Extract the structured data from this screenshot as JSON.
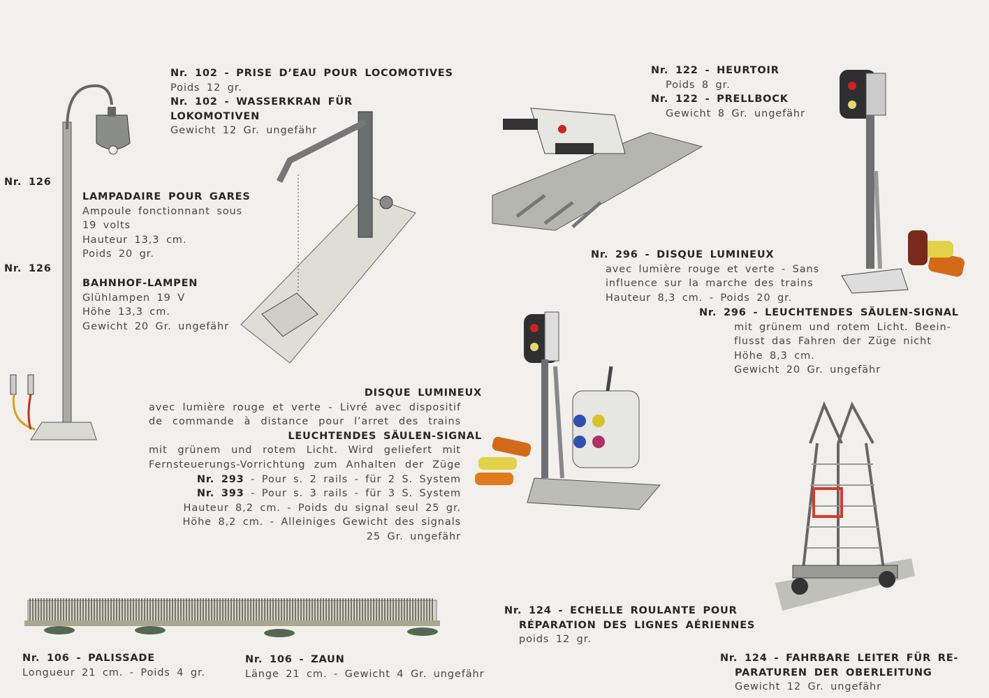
{
  "blocks": {
    "blk-102": [
      {
        "b": "Nr. 102 - PRISE D’EAU POUR LOCOMOTIVES"
      },
      {
        "t": "Poids 12 gr."
      },
      {
        "b": "Nr. 102 - WASSERKRAN FÜR"
      },
      {
        "b": "LOKOMOTIVEN"
      },
      {
        "t": "Gewicht 12 Gr. ungefähr"
      }
    ],
    "blk-126a": [
      {
        "b": "Nr. 126"
      }
    ],
    "blk-126b": [
      {
        "b": "Nr. 126"
      }
    ],
    "blk-lamp-fr": [
      {
        "b": "LAMPADAIRE POUR GARES"
      },
      {
        "t": "Ampoule fonctionnant sous"
      },
      {
        "t": "19 volts"
      },
      {
        "t": "Hauteur 13,3 cm."
      },
      {
        "t": "Poids 20 gr."
      }
    ],
    "blk-lamp-de": [
      {
        "b": "BAHNHOF-LAMPEN"
      },
      {
        "t": "Glühlampen 19 V"
      },
      {
        "t": "Höhe 13,3 cm."
      },
      {
        "t": "Gewicht 20 Gr. ungefähr"
      }
    ],
    "blk-122": [
      {
        "b": "Nr. 122 - HEURTOIR"
      },
      {
        "t": "Poids 8 gr.",
        "c": "ind"
      },
      {
        "b": "Nr. 122 - PRELLBOCK"
      },
      {
        "t": "Gewicht 8 Gr. ungefähr",
        "c": "ind"
      }
    ],
    "blk-296fr": [
      {
        "b": "Nr. 296 - DISQUE LUMINEUX"
      },
      {
        "t": "avec lumière rouge et verte - Sans",
        "c": "ind"
      },
      {
        "t": "influence sur la marche des trains",
        "c": "ind"
      },
      {
        "t": "Hauteur 8,3 cm. - Poids 20 gr.",
        "c": "ind"
      }
    ],
    "blk-296de": [
      {
        "b": "Nr. 296 - LEUCHTENDES SÄULEN-SIGNAL"
      },
      {
        "t": "mit grünem und rotem Licht. Beein-",
        "c": "ind2"
      },
      {
        "t": "flusst das Fahren der Züge nicht",
        "c": "ind2"
      },
      {
        "t": "Höhe 8,3 cm.",
        "c": "ind2"
      },
      {
        "t": "Gewicht 20 Gr. ungefähr",
        "c": "ind2"
      }
    ],
    "blk-293": [
      {
        "b": "DISQUE LUMINEUX",
        "c": "head"
      },
      {
        "t": "avec lumière rouge et verte - Livré avec dispositif",
        "c": "just"
      },
      {
        "t": "de commande à distance pour l’arret des trains",
        "c": "just"
      },
      {
        "b": "LEUCHTENDES SÄULEN-SIGNAL",
        "c": "head"
      },
      {
        "t": "mit grünem und rotem Licht. Wird geliefert mit",
        "c": "just"
      },
      {
        "t": "Fernsteuerungs-Vorrichtung zum Anhalten der Züge",
        "c": "just"
      },
      {
        "b": "Nr. 293",
        "t": " - Pour s. 2 rails - für 2 S. System"
      },
      {
        "b": "Nr. 393",
        "t": " - Pour s. 3 rails - für 3 S. System"
      },
      {
        "t": "Hauteur 8,2 cm. - Poids du signal seul 25 gr."
      },
      {
        "t": "Höhe 8,2 cm. - Alleiniges Gewicht des signals"
      },
      {
        "t": "25 Gr. ungefähr"
      }
    ],
    "blk-106fr": [
      {
        "b": "Nr. 106 - PALISSADE"
      },
      {
        "t": "Longueur 21 cm. - Poids 4 gr."
      }
    ],
    "blk-106de": [
      {
        "b": "Nr. 106 - ZAUN"
      },
      {
        "t": "Länge 21 cm. - Gewicht 4 Gr. ungefähr"
      }
    ],
    "blk-124fr": [
      {
        "b": "Nr. 124 - ECHELLE ROULANTE POUR"
      },
      {
        "b": "RÉPARATION DES LIGNES AÉRIENNES",
        "c": "ind"
      },
      {
        "t": "poids 12 gr.",
        "c": "ind"
      }
    ],
    "blk-124de": [
      {
        "b": "Nr. 124 - FAHRBARE LEITER FÜR RE-"
      },
      {
        "b": "PARATUREN DER OBERLEITUNG",
        "c": "ind"
      },
      {
        "t": "Gewicht 12 Gr. ungefähr",
        "c": "ind"
      }
    ]
  },
  "colors": {
    "paper": "#f1f0ed",
    "signal_red": "#d02020",
    "wire_orange": "#e07a1a",
    "ladder_red": "#d83a2a"
  }
}
